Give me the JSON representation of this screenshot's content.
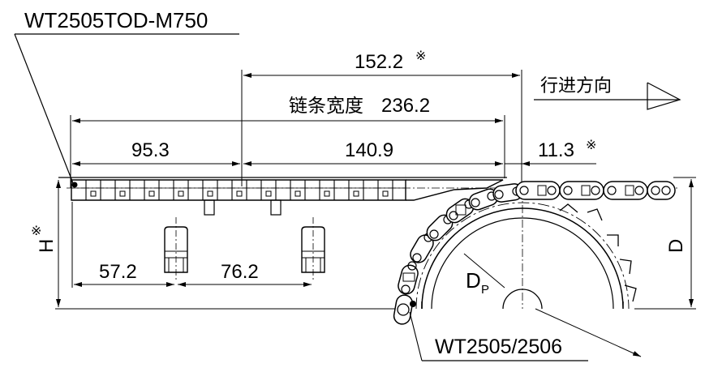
{
  "labels": {
    "part_number": "WT2505TOD-M750",
    "sprocket_model": "WT2505/2506",
    "direction_text": "行进方向",
    "chain_width_label": "链条宽度",
    "pitch_diameter": "D",
    "pitch_diameter_sub": "P",
    "outer_diameter": "D",
    "height": "H",
    "note_mark": "※"
  },
  "dimensions": {
    "chain_width": "236.2",
    "top_extent": "152.2",
    "left_span": "95.3",
    "right_span": "140.9",
    "offset": "11.3",
    "bottom_left": "57.2",
    "bottom_right": "76.2"
  },
  "colors": {
    "line": "#000000",
    "background": "#ffffff"
  }
}
